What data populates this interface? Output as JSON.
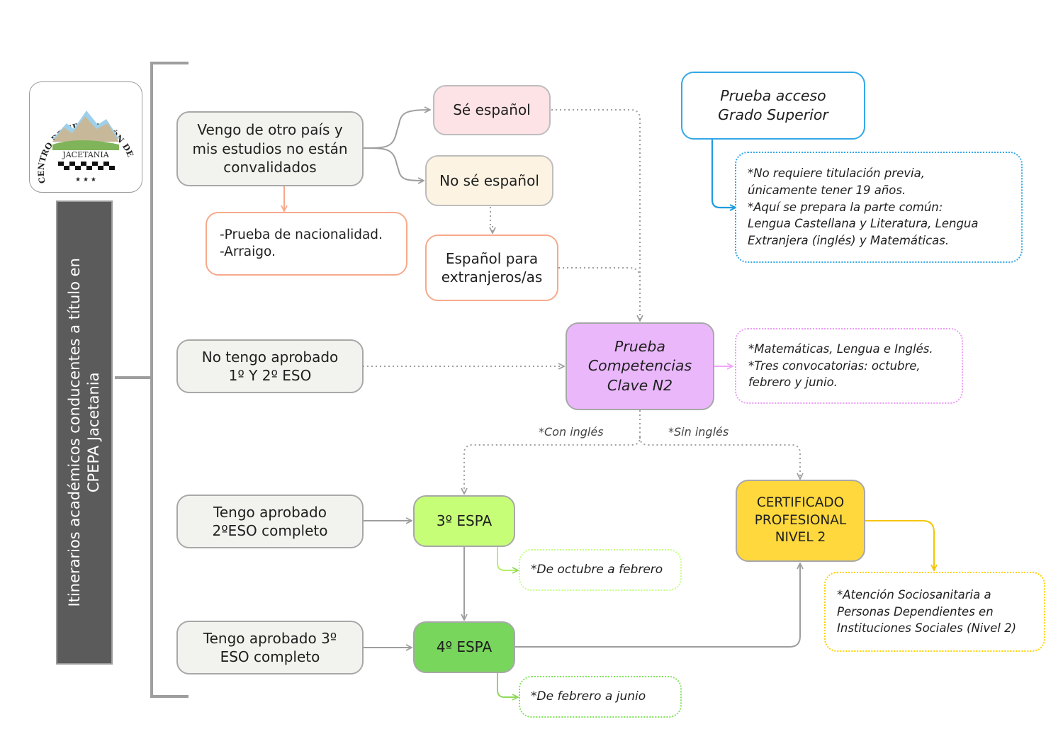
{
  "title": {
    "line1": "Itinerarios académicos conducentes a título en",
    "line2": "CPEPA Jacetania"
  },
  "logo": {
    "arc_text": "CENTRO DE EDUCACIÓN DE PERSONAS ADULTAS",
    "name": "JACETANIA"
  },
  "nodes": {
    "otro_pais": "Vengo de otro país y\nmis estudios no están\nconvalidados",
    "nacionalidad": "-Prueba de nacionalidad.\n-Arraigo.",
    "se_espanol": "Sé español",
    "no_se_espanol": "No sé español",
    "espanol_extranjeros": "Español para\nextranjeros/as",
    "no_aprobado": "No tengo aprobado\n1º Y 2º ESO",
    "prueba_n2": "Prueba\nCompetencias\nClave N2",
    "n2_note": "*Matemáticas, Lengua e Inglés.\n*Tres convocatorias: octubre,\nfebrero y junio.",
    "grado_superior": "Prueba acceso\nGrado Superior",
    "grado_note": "*No requiere titulación previa,\núnicamente tener 19 años.\n*Aquí se prepara la parte común:\nLengua Castellana y Literatura, Lengua\nExtranjera (inglés) y Matemáticas.",
    "con_ingles": "*Con inglés",
    "sin_ingles": "*Sin inglés",
    "aprobado_2eso": "Tengo aprobado\n2ºESO completo",
    "espa3": "3º ESPA",
    "espa3_note": "*De octubre a febrero",
    "aprobado_3eso": "Tengo aprobado 3º\nESO completo",
    "espa4": "4º ESPA",
    "espa4_note": "*De febrero a junio",
    "certificado": "CERTIFICADO\nPROFESIONAL\nNIVEL 2",
    "cert_note": "*Atención Sociosanitaria a\nPersonas Dependientes en\nInstituciones Sociales (Nivel 2)"
  },
  "colors": {
    "pink_fill": "#fde3e6",
    "pink_border": "#bdbdbd",
    "salmon_border": "#f7a98b",
    "cream_fill": "#fdf3e3",
    "purple_fill": "#eab7fb",
    "purple_border": "#a8a8a8",
    "purple_dotted": "#ec9cf7",
    "blue_border": "#33a8e6",
    "lime_fill": "#c6ff77",
    "lime_border": "#c4ff80",
    "green_fill": "#77d65b",
    "green_border": "#82e35a",
    "yellow_fill": "#ffd83d",
    "yellow_border": "#ffd200"
  }
}
